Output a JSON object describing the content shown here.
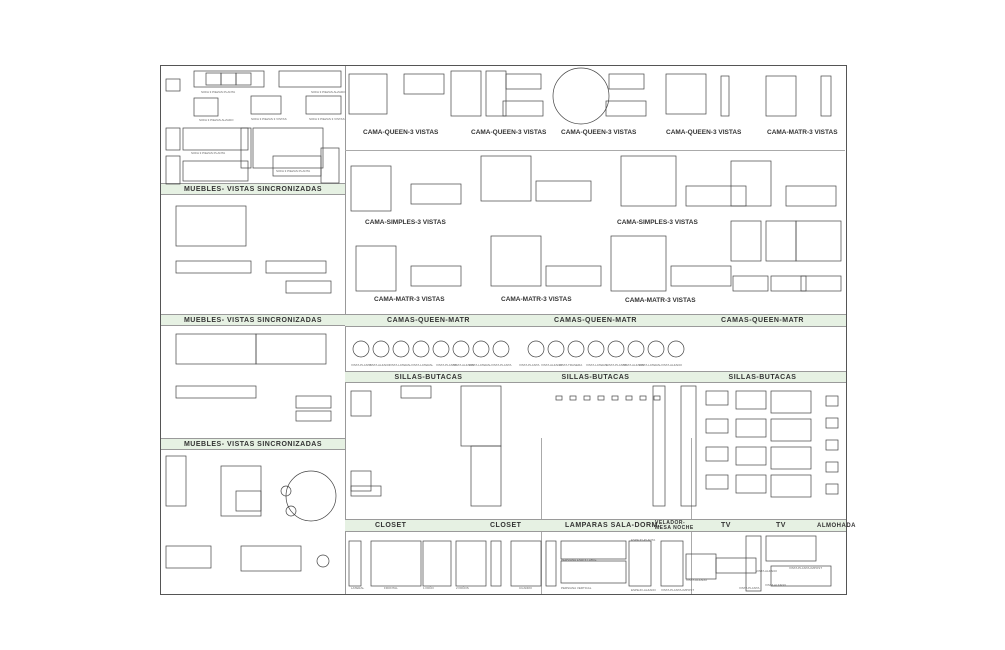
{
  "sheet": {
    "left_bands": [
      "MUEBLES- VISTAS SINCRONIZADAS",
      "MUEBLES- VISTAS SINCRONIZADAS",
      "MUEBLES- VISTAS SINCRONIZADAS"
    ],
    "chairs_band": [
      "CAMAS-QUEEN-MATR",
      "CAMAS-QUEEN-MATR",
      "CAMAS-QUEEN-MATR"
    ],
    "sillas_band": [
      "SILLAS-BUTACAS",
      "SILLAS-BUTACAS",
      "SILLAS-BUTACAS"
    ],
    "bottom_band": [
      "CLOSET",
      "CLOSET",
      "LAMPARAS SALA-DORM.",
      "VELADOR-MESA NOCHE",
      "TV",
      "TV",
      "ALMOHADA"
    ],
    "bed_row1": [
      "CAMA-QUEEN-3 VISTAS",
      "CAMA-QUEEN-3 VISTAS",
      "CAMA-QUEEN-3 VISTAS",
      "CAMA-QUEEN-3 VISTAS",
      "CAMA-MATR-3 VISTAS"
    ],
    "bed_row2": [
      "CAMA-SIMPLES-3 VISTAS",
      "CAMA-SIMPLES-3 VISTAS"
    ],
    "bed_row3": [
      "CAMA-MATR-3 VISTAS",
      "CAMA-MATR-3 VISTAS",
      "CAMA-MATR-3 VISTAS"
    ],
    "sofa_labels": [
      "SOFA 3 PIEZAS PLANTA",
      "SOFA 3 PIEZAS ALZADO",
      "SOFA 3 PIEZAS ALZADO",
      "SOFA 3 PIEZAS 3 VISTAS",
      "SOFA 3 PIEZAS 3 VISTAS",
      "SOFA 3 PIEZAS PLANTA",
      "SOFA 3 PIEZAS PLANTA"
    ],
    "chair_labels": [
      "VISTA PLANTA",
      "VISTA ALZADO",
      "VISTA LATERAL",
      "VISTA LATERAL",
      "VISTA PLANTA",
      "VISTA ALZADO",
      "VISTA LATERAL",
      "VISTA PLANTA",
      "VISTA PLANTA",
      "VISTA ALZADO",
      "VISTA TRASERA",
      "VISTA LATERAL",
      "VISTA PLANTA",
      "VISTA ALZADO",
      "VISTA LATERAL",
      "VISTA ALZADO"
    ],
    "bottom_labels": [
      "LATERAL",
      "FRONTAL",
      "1 PAÑO",
      "2 PAÑOS",
      "CUADRO",
      "PERSIANA ENROLLABLE",
      "PERSIANA VERTICAL",
      "ESPEJO-PLANTA",
      "ESPEJO-ALZADO",
      "VISTA PLANTA-IMPOST",
      "VISTA ALZADO",
      "VISTA PLANTA",
      "VISTA ALZADO",
      "VISTA ALZADO",
      "VISTA PLANTA-IMPOST"
    ]
  }
}
